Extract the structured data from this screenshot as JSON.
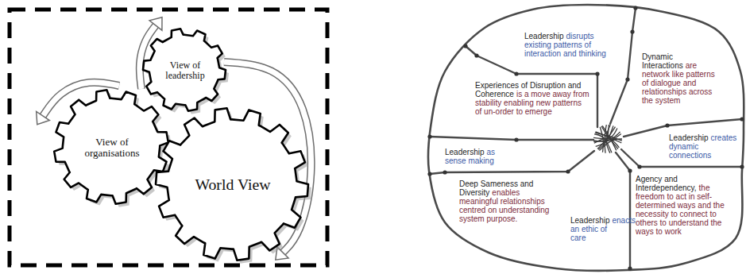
{
  "diagram": {
    "nodes": [
      {
        "text": [
          "View of leadership"
        ]
      },
      {
        "text": [
          "View of organisations"
        ]
      },
      {
        "text": [
          "World View"
        ]
      },
      {
        "text": [
          "Leadership",
          "disrupts existing patterns of interaction and thinking"
        ]
      },
      {
        "text": [
          "Experiences of Disruption and Coherence",
          "is a move away from stability enabling new patterns of un-order to emerge"
        ]
      },
      {
        "text": [
          "Dynamic Interactions",
          "are network like patterns of dialogue and relationships across the system"
        ]
      },
      {
        "text": [
          "Leadership",
          "creates dynamic connections"
        ]
      },
      {
        "text": [
          "Leadership",
          "as sense making"
        ]
      },
      {
        "text": [
          "Agency and Interdependency,",
          "the freedom to act in self-determined ways and the necessity to connect to others to understand the ways to work"
        ]
      },
      {
        "text": [
          "Deep Sameness and Diversity",
          "enables meaningful relationships centred on understanding system purpose."
        ]
      },
      {
        "text": [
          "Leadership",
          "enacts an ethic of care"
        ]
      }
    ]
  }
}
